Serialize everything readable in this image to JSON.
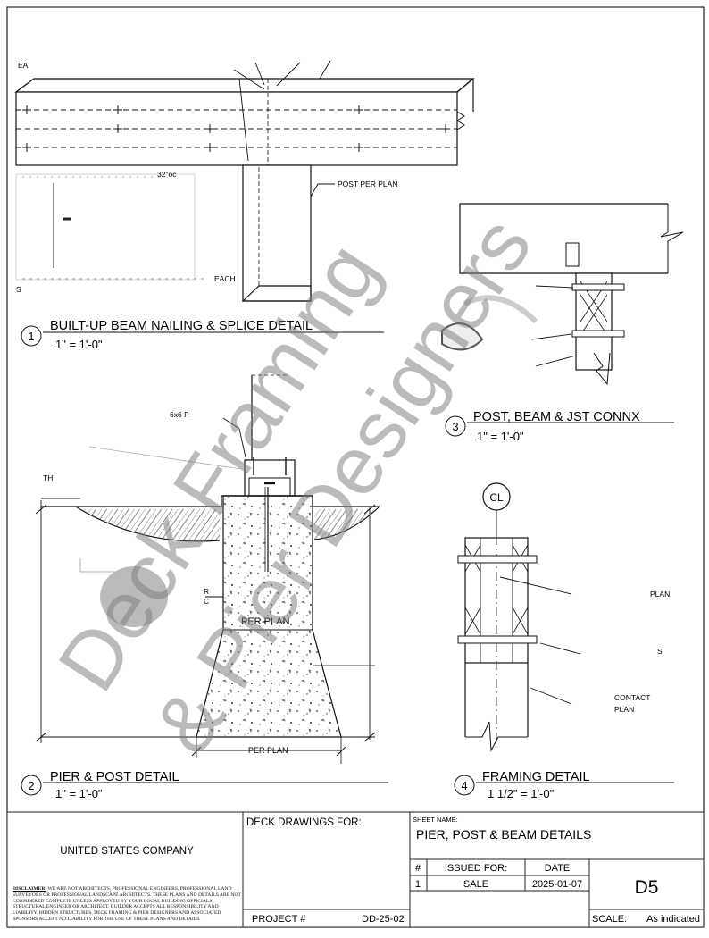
{
  "watermark": {
    "line1": "Deck Framing",
    "line2": "& Pier Designers"
  },
  "details": [
    {
      "num": "1",
      "title": "BUILT-UP BEAM NAILING & SPLICE DETAIL",
      "scale": "1\" = 1'-0\""
    },
    {
      "num": "2",
      "title": "PIER & POST DETAIL",
      "scale": "1\" = 1'-0\""
    },
    {
      "num": "3",
      "title": "POST, BEAM & JST CONNX",
      "scale": "1\" = 1'-0\""
    },
    {
      "num": "4",
      "title": "FRAMING DETAIL",
      "scale": "1 1/2\" = 1'-0\""
    }
  ],
  "callouts": {
    "d1_ea": "EA",
    "d1_spacing": "32\"oc",
    "d1_post": "POST PER PLAN",
    "d1_each": "EACH",
    "d1_st": "S",
    "d2_post": "6x6 P",
    "d2_th": "TH",
    "d2_per_plan_mid": "PER PLAN",
    "d2_per_plan_bottom": "PER PLAN",
    "d2_r": "R",
    "d2_c": "C",
    "d4_cl": "CL",
    "d4_plan": "PLAN",
    "d4_s": "S",
    "d4_contact": "CONTACT",
    "d4_plan2": "PLAN"
  },
  "titleblock": {
    "company": "UNITED STATES COMPANY",
    "deck_drawings_for": "DECK DRAWINGS FOR:",
    "disclaimer_label": "DISCLAIMER:",
    "disclaimer_text": " WE ARE NOT ARCHITECTS, PROFESSIONAL ENGINEERS, PROFESSIONAL LAND SURVEYORS OR PROFESSIONAL LANDSCAPE ARCHITECTS. THESE PLANS AND DETAILS ARE NOT CONSIDERED COMPLETE UNLESS APPROVED BY YOUR LOCAL BUILDING OFFICIALS, STRUCTURAL ENGINEER OR ARCHITECT. BUILDER ACCEPTS ALL RESPONSIBILITY AND LIABILITY. HIDDEN STRUCTURES, DECK FRAMING & PIER DESIGNERS AND ASSOCIATED SPONSORS ACCEPT NO LIABILITY FOR THE USE OF THESE PLANS AND DETAILS.",
    "project_label": "PROJECT #",
    "project_number": "DD-25-02",
    "sheet_name_label": "SHEET NAME:",
    "sheet_name": "PIER, POST & BEAM DETAILS",
    "rev_hash": "#",
    "issued_for_label": "ISSUED FOR:",
    "date_label": "DATE",
    "rev_num": "1",
    "issued_for": "SALE",
    "date": "2025-01-07",
    "sheet_number": "D5",
    "scale_label": "SCALE:",
    "scale_value": "As indicated"
  }
}
